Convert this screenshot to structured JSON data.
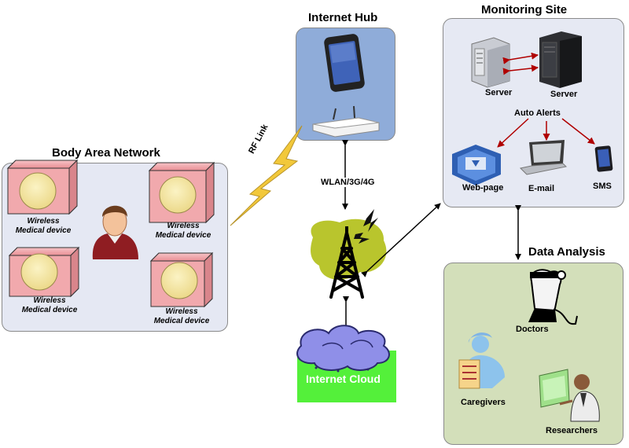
{
  "body_area_network": {
    "title": "Body Area Network",
    "device_label_line1": "Wireless",
    "device_label_line2": "Medical device"
  },
  "internet_hub": {
    "title": "Internet Hub"
  },
  "monitoring_site": {
    "title": "Monitoring Site",
    "server1": "Server",
    "server2": "Server",
    "auto_alerts": "Auto Alerts",
    "webpage": "Web-page",
    "email": "E-mail",
    "sms": "SMS"
  },
  "data_analysis": {
    "title": "Data Analysis",
    "doctors": "Doctors",
    "caregivers": "Caregivers",
    "researchers": "Researchers"
  },
  "links": {
    "rf_link": "RF Link",
    "wlan": "WLAN/3G/4G",
    "internet_cloud": "Internet Cloud"
  },
  "colors": {
    "ban_panel": "#e5e8f3",
    "hub_panel": "#8facd9",
    "monitor_panel": "#e6e9f3",
    "analysis_panel": "#d3dfba",
    "cube_face": "#f1a9ad",
    "lightning": "#f2c83a",
    "tower_blob": "#b9c52d",
    "cloud": "#8f8fe8",
    "cloud_ground": "#54f03a",
    "alert_arrow": "#b00000"
  }
}
